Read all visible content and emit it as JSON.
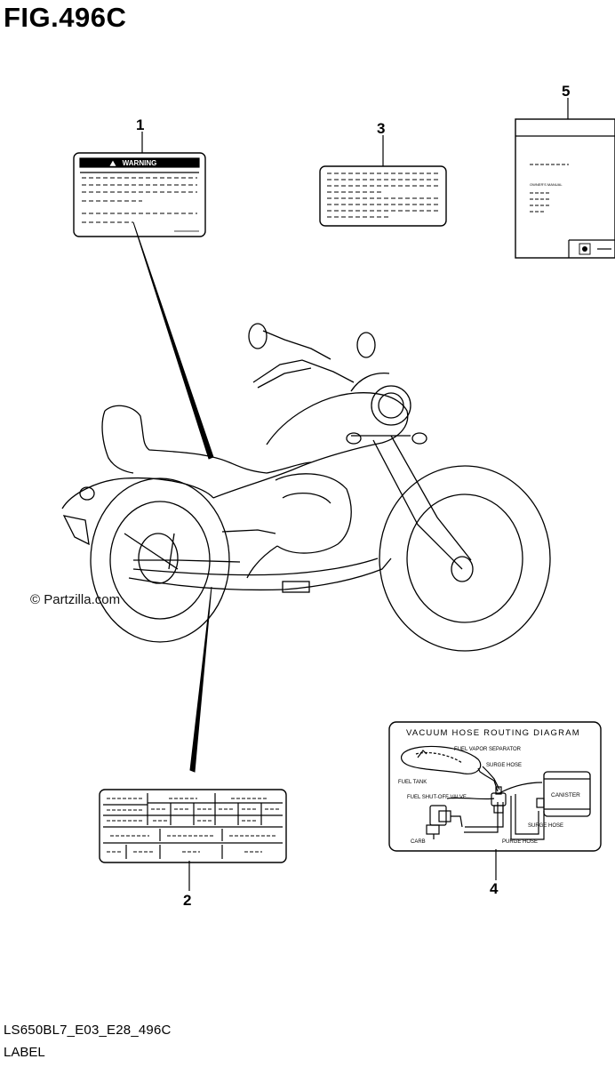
{
  "figure": {
    "title": "FIG.496C",
    "code": "LS650BL7_E03_E28_496C",
    "caption": "LABEL",
    "watermark": "© Partzilla.com"
  },
  "callouts": [
    {
      "number": "1"
    },
    {
      "number": "2"
    },
    {
      "number": "3"
    },
    {
      "number": "4"
    },
    {
      "number": "5"
    }
  ],
  "label_1": {
    "heading": "WARNING"
  },
  "label_5": {
    "heading": "OWNER'S MANUAL"
  },
  "label_4": {
    "heading": "VACUUM HOSE ROUTING DIAGRAM",
    "parts": {
      "fuel_vapor_separator": "FUEL VAPOR SEPARATOR",
      "surge_hose_top": "SURGE HOSE",
      "fuel_tank": "FUEL TANK",
      "fuel_shutoff_valve": "FUEL SHUT-OFF VALVE",
      "canister": "CANISTER",
      "surge_hose_right": "SURGE HOSE",
      "carb": "CARB",
      "purge_hose": "PURGE HOSE"
    }
  }
}
